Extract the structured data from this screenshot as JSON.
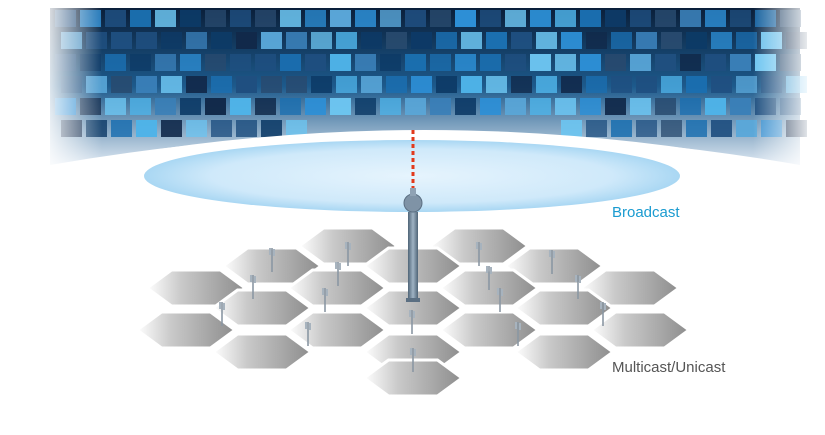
{
  "labels": {
    "broadcast": "Broadcast",
    "multicast_unicast": "Multicast/Unicast"
  },
  "colors": {
    "broadcast_text": "#1a9bd0",
    "multicast_text": "#555555",
    "broadcast_disc": "#cfe9fa",
    "beam": "#e23a1c",
    "tower": "#6a7f92"
  },
  "icons": {
    "video_wall": "video-wall-image",
    "tower": "broadcast-tower-icon",
    "antenna": "cell-antenna-icon"
  }
}
